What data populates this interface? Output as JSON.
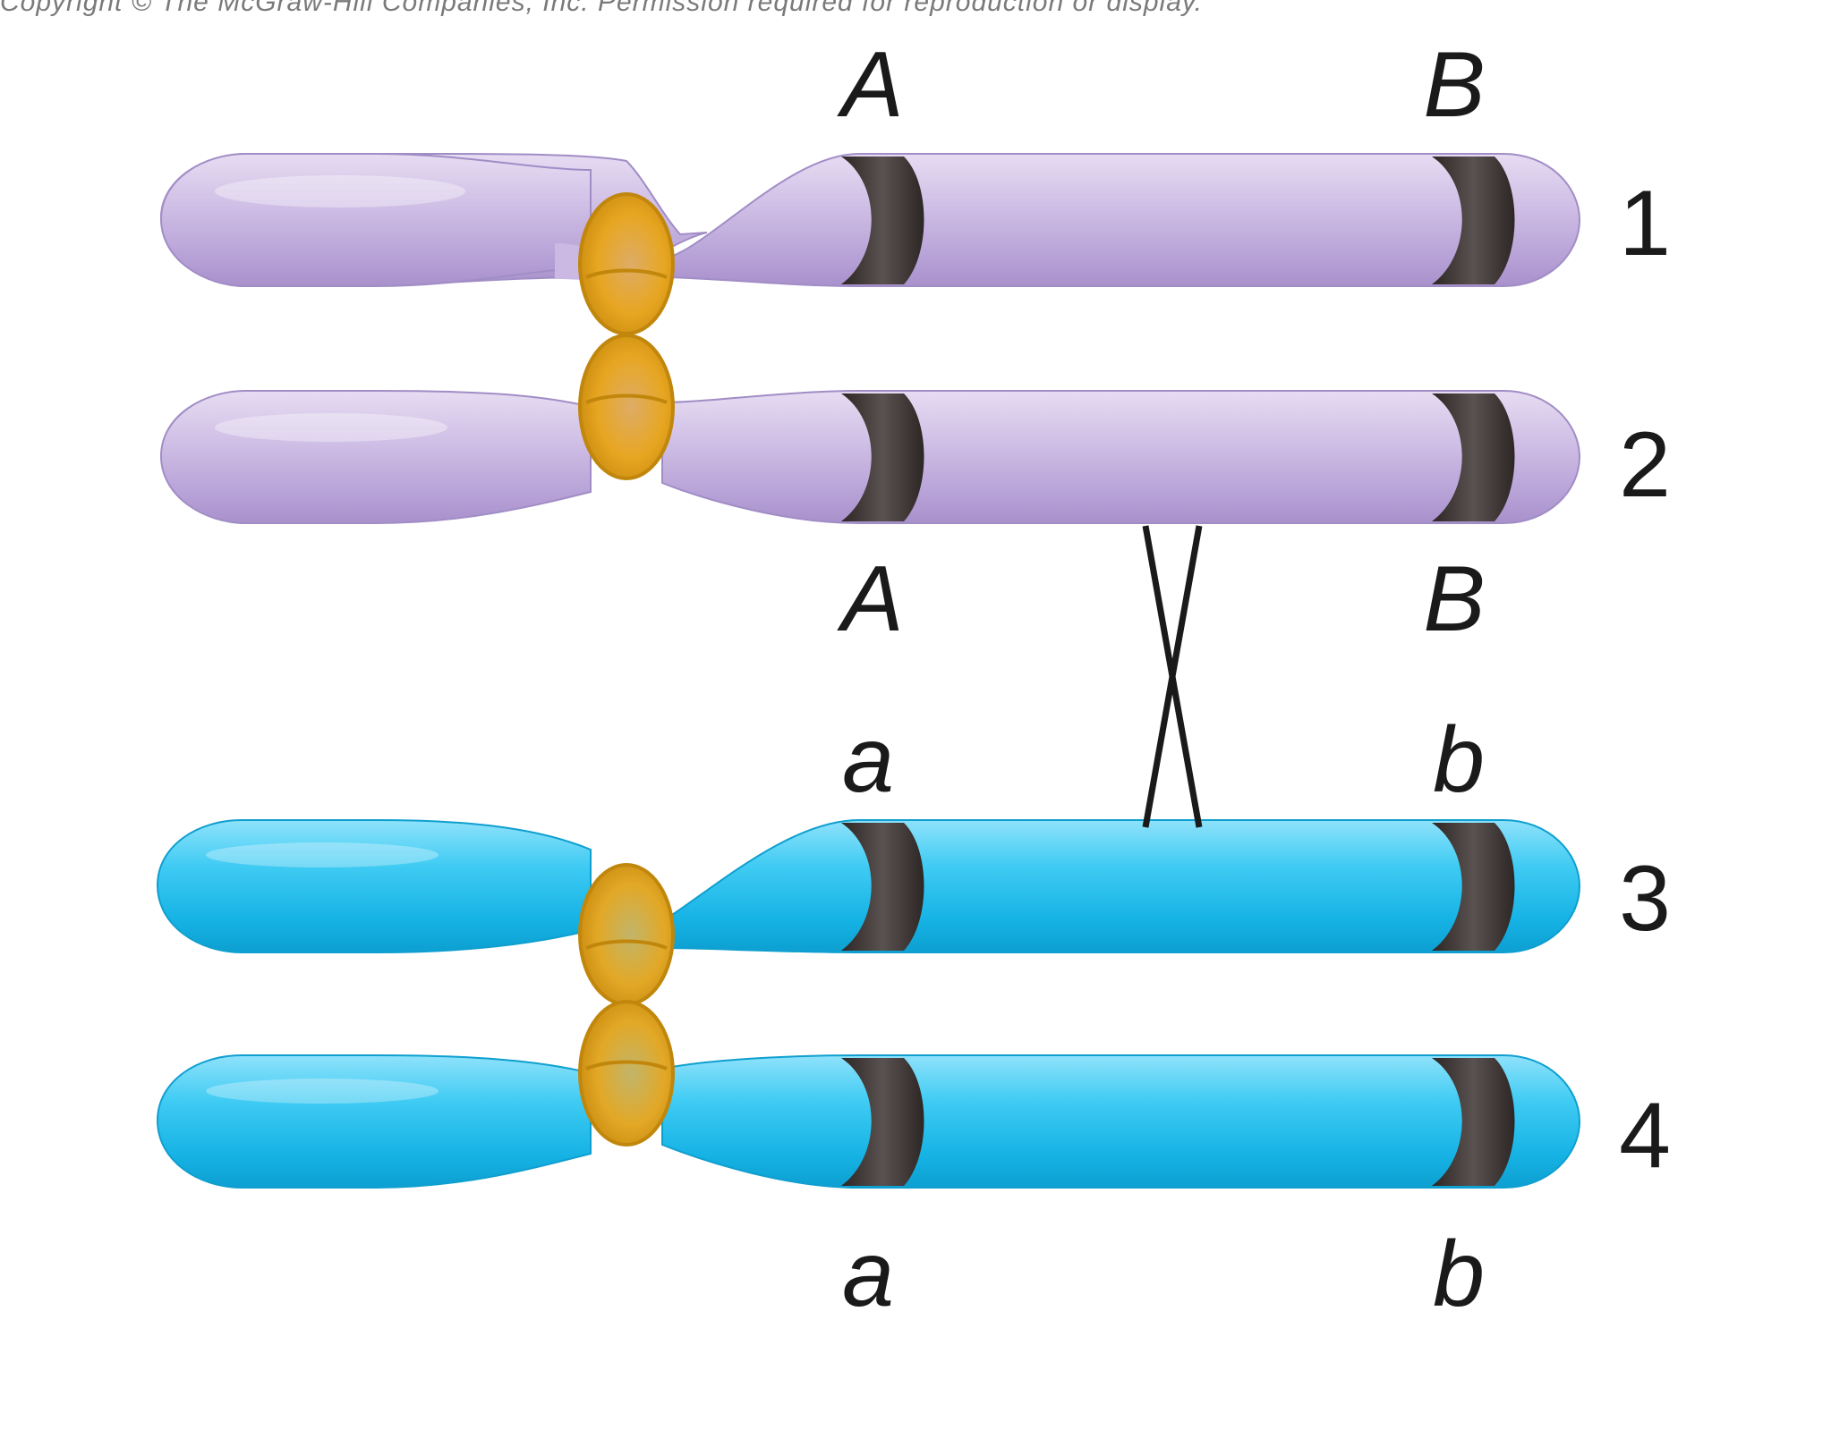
{
  "header_strip": {
    "text": "Copyright © The McGraw-Hill Companies, Inc. Permission required for reproduction or display."
  },
  "alleles": {
    "chromatid_1": {
      "left": "A",
      "right": "B"
    },
    "chromatid_2": {
      "left": "A",
      "right": "B"
    },
    "chromatid_3": {
      "left": "a",
      "right": "b"
    },
    "chromatid_4": {
      "left": "a",
      "right": "b"
    }
  },
  "chromatid_numbers": [
    "1",
    "2",
    "3",
    "4"
  ],
  "colors": {
    "maternal_chromatid": "#c8b6e0",
    "paternal_chromatid": "#22c0ee",
    "centromere": "#e9a81c",
    "gene_band": "#3b3432",
    "crossover_lines": "#1a1a1a"
  }
}
